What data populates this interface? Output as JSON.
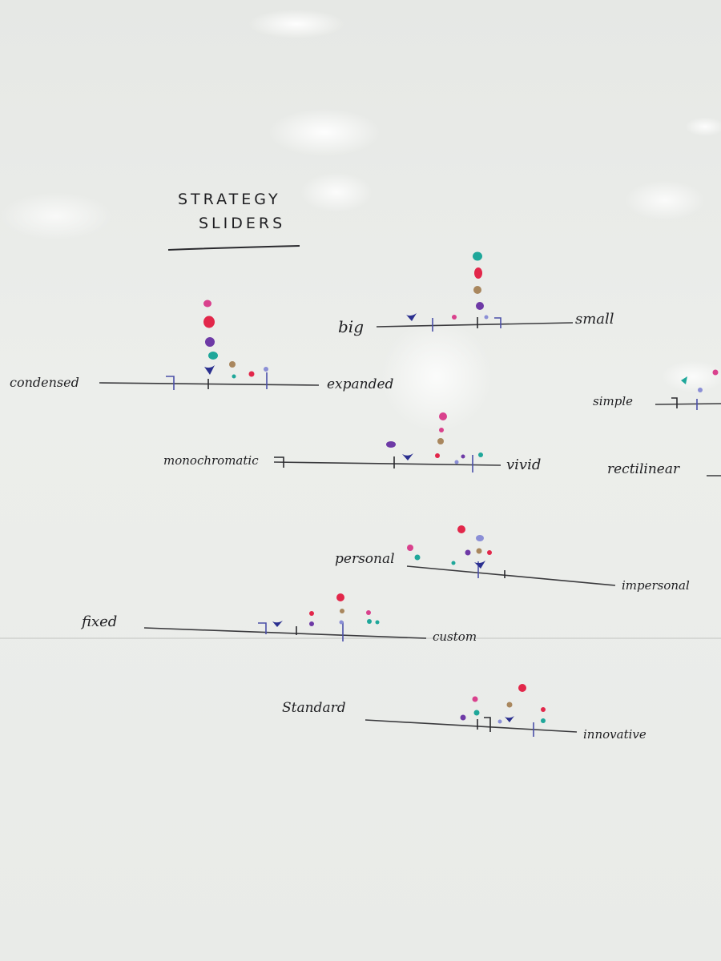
{
  "title": {
    "line1": "STRATEGY",
    "line2": "SLIDERS"
  },
  "sliders": [
    {
      "left": "condensed",
      "right": "expanded"
    },
    {
      "left": "big",
      "right": "small"
    },
    {
      "left": "simple"
    },
    {
      "left": "monochromatic",
      "right": "vivid"
    },
    {
      "left": "rectilinear"
    },
    {
      "left": "personal",
      "right": "impersonal"
    },
    {
      "left": "fixed",
      "right": "custom"
    },
    {
      "left": "Standard",
      "right": "innovative"
    }
  ],
  "colors": {
    "ink": "#2a2a2e",
    "magenta": "#d9418d",
    "red": "#e2274a",
    "purple": "#6e3aa6",
    "teal": "#1fa79a",
    "navy": "#2a2f8f",
    "gold": "#a9875e",
    "lavender": "#8b8fd6"
  }
}
